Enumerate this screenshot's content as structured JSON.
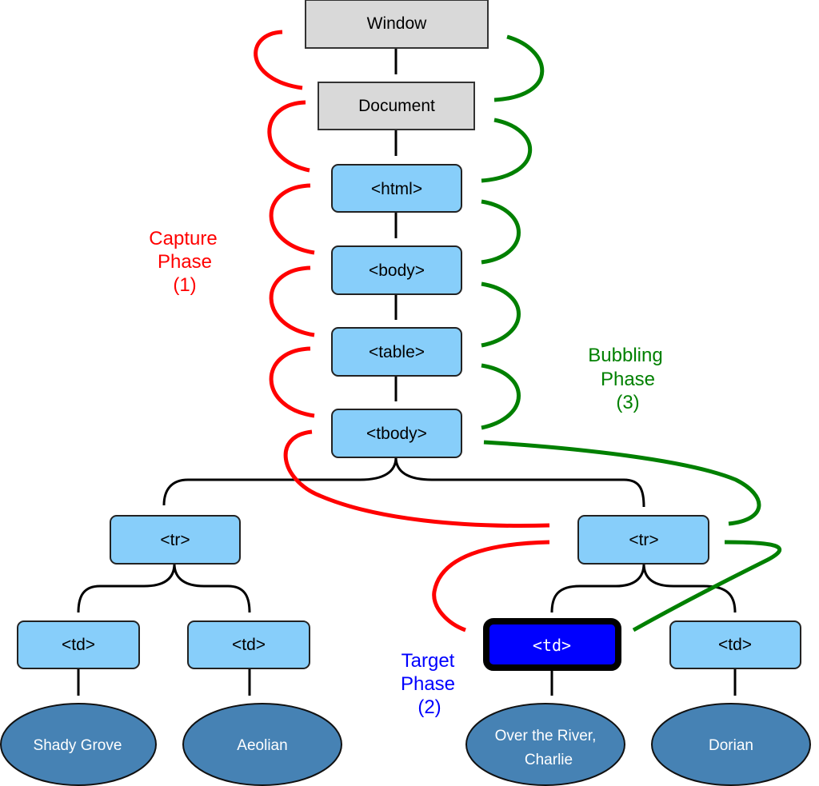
{
  "diagram": {
    "title": "DOM event flow",
    "colors": {
      "capture": "#ff0000",
      "bubbling": "#008000",
      "target": "#0000ff",
      "element_fill": "#87cefa",
      "root_fill": "#d9d9d9",
      "leaf_fill": "#4682b4",
      "target_fill": "#0000ff"
    },
    "nodes": {
      "window": "Window",
      "document": "Document",
      "html": "<html>",
      "body": "<body>",
      "table": "<table>",
      "tbody": "<tbody>",
      "tr_left": "<tr>",
      "tr_right": "<tr>",
      "td_1": "<td>",
      "td_2": "<td>",
      "td_target": "<td>",
      "td_4": "<td>"
    },
    "leaves": {
      "leaf_1": "Shady Grove",
      "leaf_2": "Aeolian",
      "leaf_3_line1": "Over the River,",
      "leaf_3_line2": "Charlie",
      "leaf_4": "Dorian"
    },
    "phases": {
      "capture": {
        "line1": "Capture",
        "line2": "Phase",
        "line3": "(1)"
      },
      "target": {
        "line1": "Target",
        "line2": "Phase",
        "line3": "(2)"
      },
      "bubbling": {
        "line1": "Bubbling",
        "line2": "Phase",
        "line3": "(3)"
      }
    }
  }
}
